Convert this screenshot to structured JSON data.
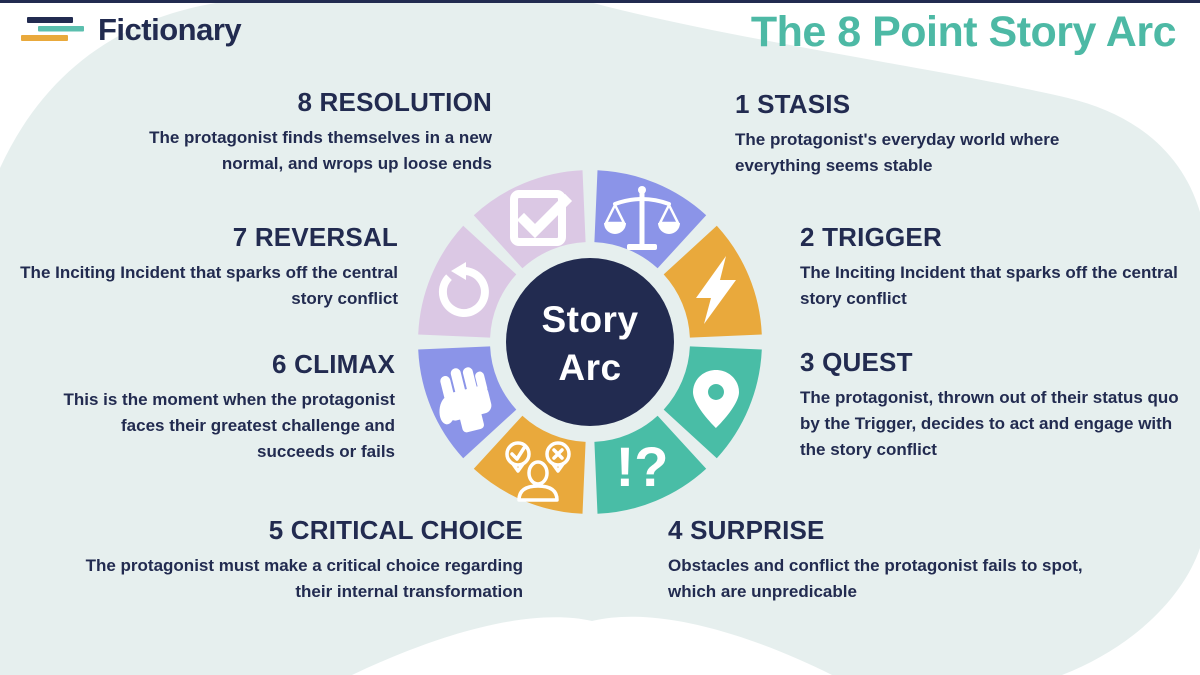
{
  "page": {
    "background_color": "#ffffff",
    "blob_color": "#e6efee",
    "top_border_color": "#222b50",
    "text_color": "#222b50"
  },
  "header": {
    "logo": {
      "text": "Fictionary",
      "bar_colors": [
        "#222b50",
        "#5bbfae",
        "#e9a93c"
      ]
    },
    "title": {
      "text": "The 8 Point Story Arc",
      "color": "#4db9a5"
    }
  },
  "wheel": {
    "center_label_line1": "Story",
    "center_label_line2": "Arc",
    "center_color": "#222b50",
    "segments": [
      {
        "name": "stasis",
        "icon": "scales-icon",
        "color": "#8b94e8"
      },
      {
        "name": "trigger",
        "icon": "lightning-icon",
        "color": "#e9a93c"
      },
      {
        "name": "quest",
        "icon": "map-pin-icon",
        "color": "#49bda6"
      },
      {
        "name": "surprise",
        "icon": "interrobang-icon",
        "color": "#49bda6",
        "glyph": "!?"
      },
      {
        "name": "critical-choice",
        "icon": "person-choice-icon",
        "color": "#e9a93c"
      },
      {
        "name": "climax",
        "icon": "fist-icon",
        "color": "#8b94e8"
      },
      {
        "name": "reversal",
        "icon": "undo-arrow-icon",
        "color": "#dbc8e4"
      },
      {
        "name": "resolution",
        "icon": "checkbox-icon",
        "color": "#dbc8e4"
      }
    ]
  },
  "points": [
    {
      "heading": "1 STASIS",
      "body": "The protagonist's everyday world where everything seems stable"
    },
    {
      "heading": "2 TRIGGER",
      "body": "The Inciting Incident that sparks off the central story conflict"
    },
    {
      "heading": "3 QUEST",
      "body": "The protagonist, thrown out of their status quo by the Trigger, decides to act and engage with the story conflict"
    },
    {
      "heading": "4 SURPRISE",
      "body": "Obstacles and conflict the protagonist fails to spot, which are unpredicable"
    },
    {
      "heading": "5 CRITICAL CHOICE",
      "body": "The protagonist must make a critical choice regarding their internal transformation"
    },
    {
      "heading": "6 CLIMAX",
      "body": "This is the moment when the protagonist faces their greatest challenge and succeeds or fails"
    },
    {
      "heading": "7 REVERSAL",
      "body": "The Inciting Incident that sparks off the central story conflict"
    },
    {
      "heading": "8 RESOLUTION",
      "body": "The protagonist finds themselves in a new normal, and wrops up loose ends"
    }
  ]
}
